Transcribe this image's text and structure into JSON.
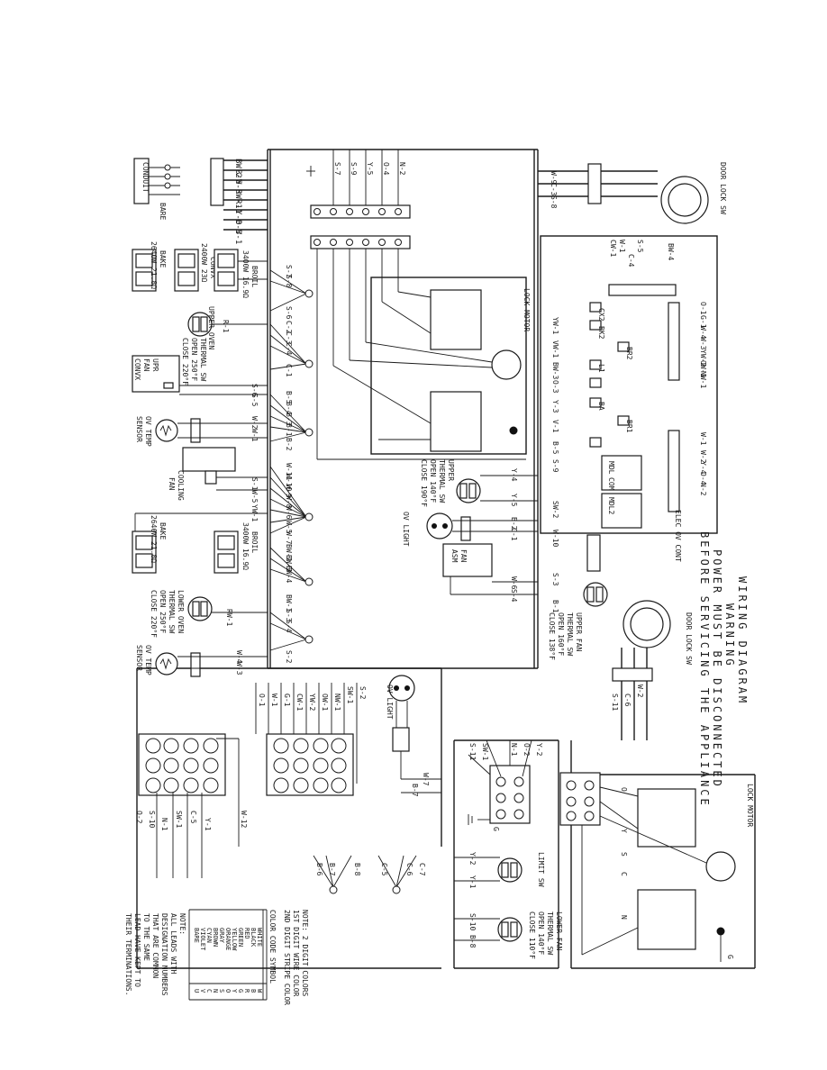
{
  "title": {
    "line1": "WIRING DIAGRAM",
    "line2": "WARNING",
    "line3": "POWER MUST BE DISCONNECTED",
    "line4": "BEFORE SERVICING THE APPLIANCE"
  },
  "components": {
    "conduit": "CONDUIT",
    "bare": "BARE",
    "bake_upper": [
      "BAKE",
      "2640W 21.8Ω"
    ],
    "convx": [
      "CONVX",
      "2400W 23Ω"
    ],
    "broil_upper": [
      "BROIL",
      "3400W 16.9Ω"
    ],
    "upper_oven_thermal": [
      "UPPER OVEN",
      "THERMAL SW",
      "OPEN 250°F",
      "CLOSE 220°F"
    ],
    "upr_fan_convx": [
      "UPR",
      "FAN",
      "CONVX"
    ],
    "ov_temp_sensor_upper": [
      "OV TEMP",
      "SENSOR"
    ],
    "cooling_fan": [
      "COOLING",
      "FAN"
    ],
    "bake_lower": [
      "BAKE",
      "2640W 21.8Ω"
    ],
    "broil_lower": [
      "BROIL",
      "3400W 16.9Ω"
    ],
    "lower_oven_thermal": [
      "LOWER OVEN",
      "THERMAL SW",
      "OPEN 250°F",
      "CLOSE 220°F"
    ],
    "ov_temp_sensor_lower": [
      "OV TEMP",
      "SENSOR"
    ],
    "lock_motor_upper": "LOCK MOTOR",
    "upper_thermal_sw": [
      "UPPER",
      "THERMAL SW",
      "OPEN 140°F",
      "CLOSE 190°F"
    ],
    "ov_light_upper": "OV LIGHT",
    "fan_asm": [
      "FAN",
      "ASM"
    ],
    "door_lock_sw_top": "DOOR LOCK SW",
    "elec_ov_cont": "ELEC OV CONT",
    "upper_fan_thermal": [
      "UPPER FAN",
      "THERMAL SW",
      "OPEN 160°F",
      "CLOSE 138°F"
    ],
    "door_lock_sw_bottom": "DOOR LOCK SW",
    "ov_light_lower": "OV LIGHT",
    "limit_sw": "LIMIT SW",
    "lower_fan_thermal": [
      "LOWER FAN",
      "THERMAL SW",
      "OPEN 140°F",
      "CLOSE 110°F"
    ],
    "lock_motor_lower": "LOCK MOTOR"
  },
  "wire_labels": {
    "left_terminal": [
      "BW-2",
      "B-6",
      "W-8",
      "RW-1",
      "R-1",
      "Y-3",
      "O-3",
      "V-1"
    ],
    "left_top_block": [
      "S-7",
      "S-9",
      "Y-5",
      "O-4",
      "N-2"
    ],
    "bake_group": [
      "S-7",
      "S-8",
      "S-6"
    ],
    "mid_group_c": [
      "C-2",
      "C-3",
      "C-4",
      "C-1"
    ],
    "mid_group_s": [
      "S-6",
      "S-5"
    ],
    "mid_group_b": [
      "B-5",
      "B-4",
      "B-3",
      "B-1",
      "B-2"
    ],
    "sensor_upper": [
      "W-2",
      "W-1"
    ],
    "fan_group": [
      "S-1",
      "W-5"
    ],
    "w_group": [
      "W-11",
      "W-10",
      "W-9",
      "W-8",
      "W-6",
      "W-5",
      "W-7"
    ],
    "yw": "YW-1",
    "bw_group": [
      "BW-2",
      "BW-3",
      "BW-4"
    ],
    "bw1": "BW-1",
    "rw1": "RW-1",
    "s_group": [
      "S-3",
      "S-4",
      "S-2"
    ],
    "sensor_lower": [
      "W-4",
      "W-3"
    ],
    "r1": "R-1",
    "top_right_door": [
      "W-9",
      "C-3",
      "S-8"
    ],
    "ctrl_top": [
      "CW-1",
      "W-1",
      "C-4",
      "S-5",
      "BW-4"
    ],
    "ctrl_left": [
      "YW-1",
      "VW-1",
      "BW-3",
      "O-3",
      "Y-3",
      "V-1",
      "B-5",
      "S-9",
      "SW-2",
      "W-10",
      "S-3",
      "B-1"
    ],
    "ctrl_right_top": [
      "O-1",
      "G-1",
      "W-4",
      "W-3",
      "YW-2",
      "OW-1",
      "NW-1"
    ],
    "ctrl_right_bottom": [
      "W-1",
      "W-2",
      "Y-4",
      "O-4",
      "N-2"
    ],
    "ctrl_pins": [
      "CX2",
      "BK2",
      "BR2",
      "BR1",
      "L1",
      "BA",
      "MDL",
      "COM",
      "MDL2"
    ],
    "upper_thermal": [
      "Y-4",
      "Y-5"
    ],
    "ov_light_wires": [
      "B-2",
      "C-1"
    ],
    "fan_wires": [
      "W-6",
      "S-4"
    ],
    "door_lock_wires": [
      "W-2",
      "C-6",
      "S-11"
    ],
    "lower_center": [
      "O-1",
      "W-1",
      "G-1",
      "CW-1",
      "YW-2",
      "OW-1",
      "NW-1",
      "SW-1",
      "S-2"
    ],
    "lower_plug": [
      "Y-1",
      "C-5",
      "SW-1",
      "N-1",
      "S-10",
      "O-2"
    ],
    "lower_plug_extra": "W-12",
    "light_wires": [
      "W-7",
      "B-7"
    ],
    "lower_b": [
      "B-6",
      "B-7",
      "B-8"
    ],
    "lower_c": [
      "C-5",
      "C-6",
      "C-7"
    ],
    "limit": [
      "Y-2",
      "Y-1"
    ],
    "fan_lower": [
      "S-10",
      "B-8"
    ],
    "terminal_lower": [
      "S-11",
      "SW-1",
      "N-1",
      "O-2",
      "Y-2"
    ],
    "lock_lower": [
      "Y",
      "N",
      "S",
      "C",
      "O"
    ],
    "ground": [
      "G",
      "G"
    ]
  },
  "color_code": {
    "header": "COLOR  CODE  SYMBOL",
    "rows": [
      [
        "WHITE",
        "W"
      ],
      [
        "BLACK",
        "B"
      ],
      [
        "RED",
        "R"
      ],
      [
        "GREEN",
        "G"
      ],
      [
        "YELLOW",
        "Y"
      ],
      [
        "ORANGE",
        "O"
      ],
      [
        "GRAY",
        "S"
      ],
      [
        "BROWN",
        "N"
      ],
      [
        "CYAN",
        "C"
      ],
      [
        "VIOLET",
        "V"
      ],
      [
        "BARE",
        "U"
      ]
    ],
    "note_top": [
      "NOTE: 2 DIGIT COLORS",
      "1ST DIGIT WIRE COLOR",
      "2ND DIGIT STRIPE COLOR"
    ],
    "note_bottom": [
      "NOTE:",
      "ALL LEADS WITH",
      "DESIGNATION NUMBERS",
      "THAT ARE COMMON",
      "TO THE SAME",
      "LEAD HAVE KEPT TO",
      "THEIR TERMINATIONS."
    ]
  }
}
